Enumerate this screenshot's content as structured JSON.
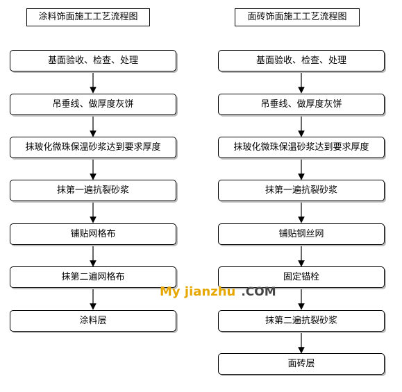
{
  "left_flow": {
    "title": "涂料饰面施工工艺流程图",
    "steps": [
      "基面验收、检查、处理",
      "吊垂线、做厚度灰饼",
      "抹玻化微珠保温砂浆达到要求厚度",
      "抹第一遍抗裂砂浆",
      "铺贴网格布",
      "抹第二遍网格布",
      "涂料层"
    ]
  },
  "right_flow": {
    "title": "面砖饰面施工工艺流程图",
    "steps": [
      "基面验收、检查、处理",
      "吊垂线、做厚度灰饼",
      "抹玻化微珠保温砂浆达到要求厚度",
      "抹第一遍抗裂砂浆",
      "铺贴钢丝网",
      "固定锚栓",
      "抹第二遍抗裂砂浆",
      "面砖层"
    ]
  },
  "watermark": {
    "main": "My jianzhu",
    "suffix": ".COM"
  }
}
